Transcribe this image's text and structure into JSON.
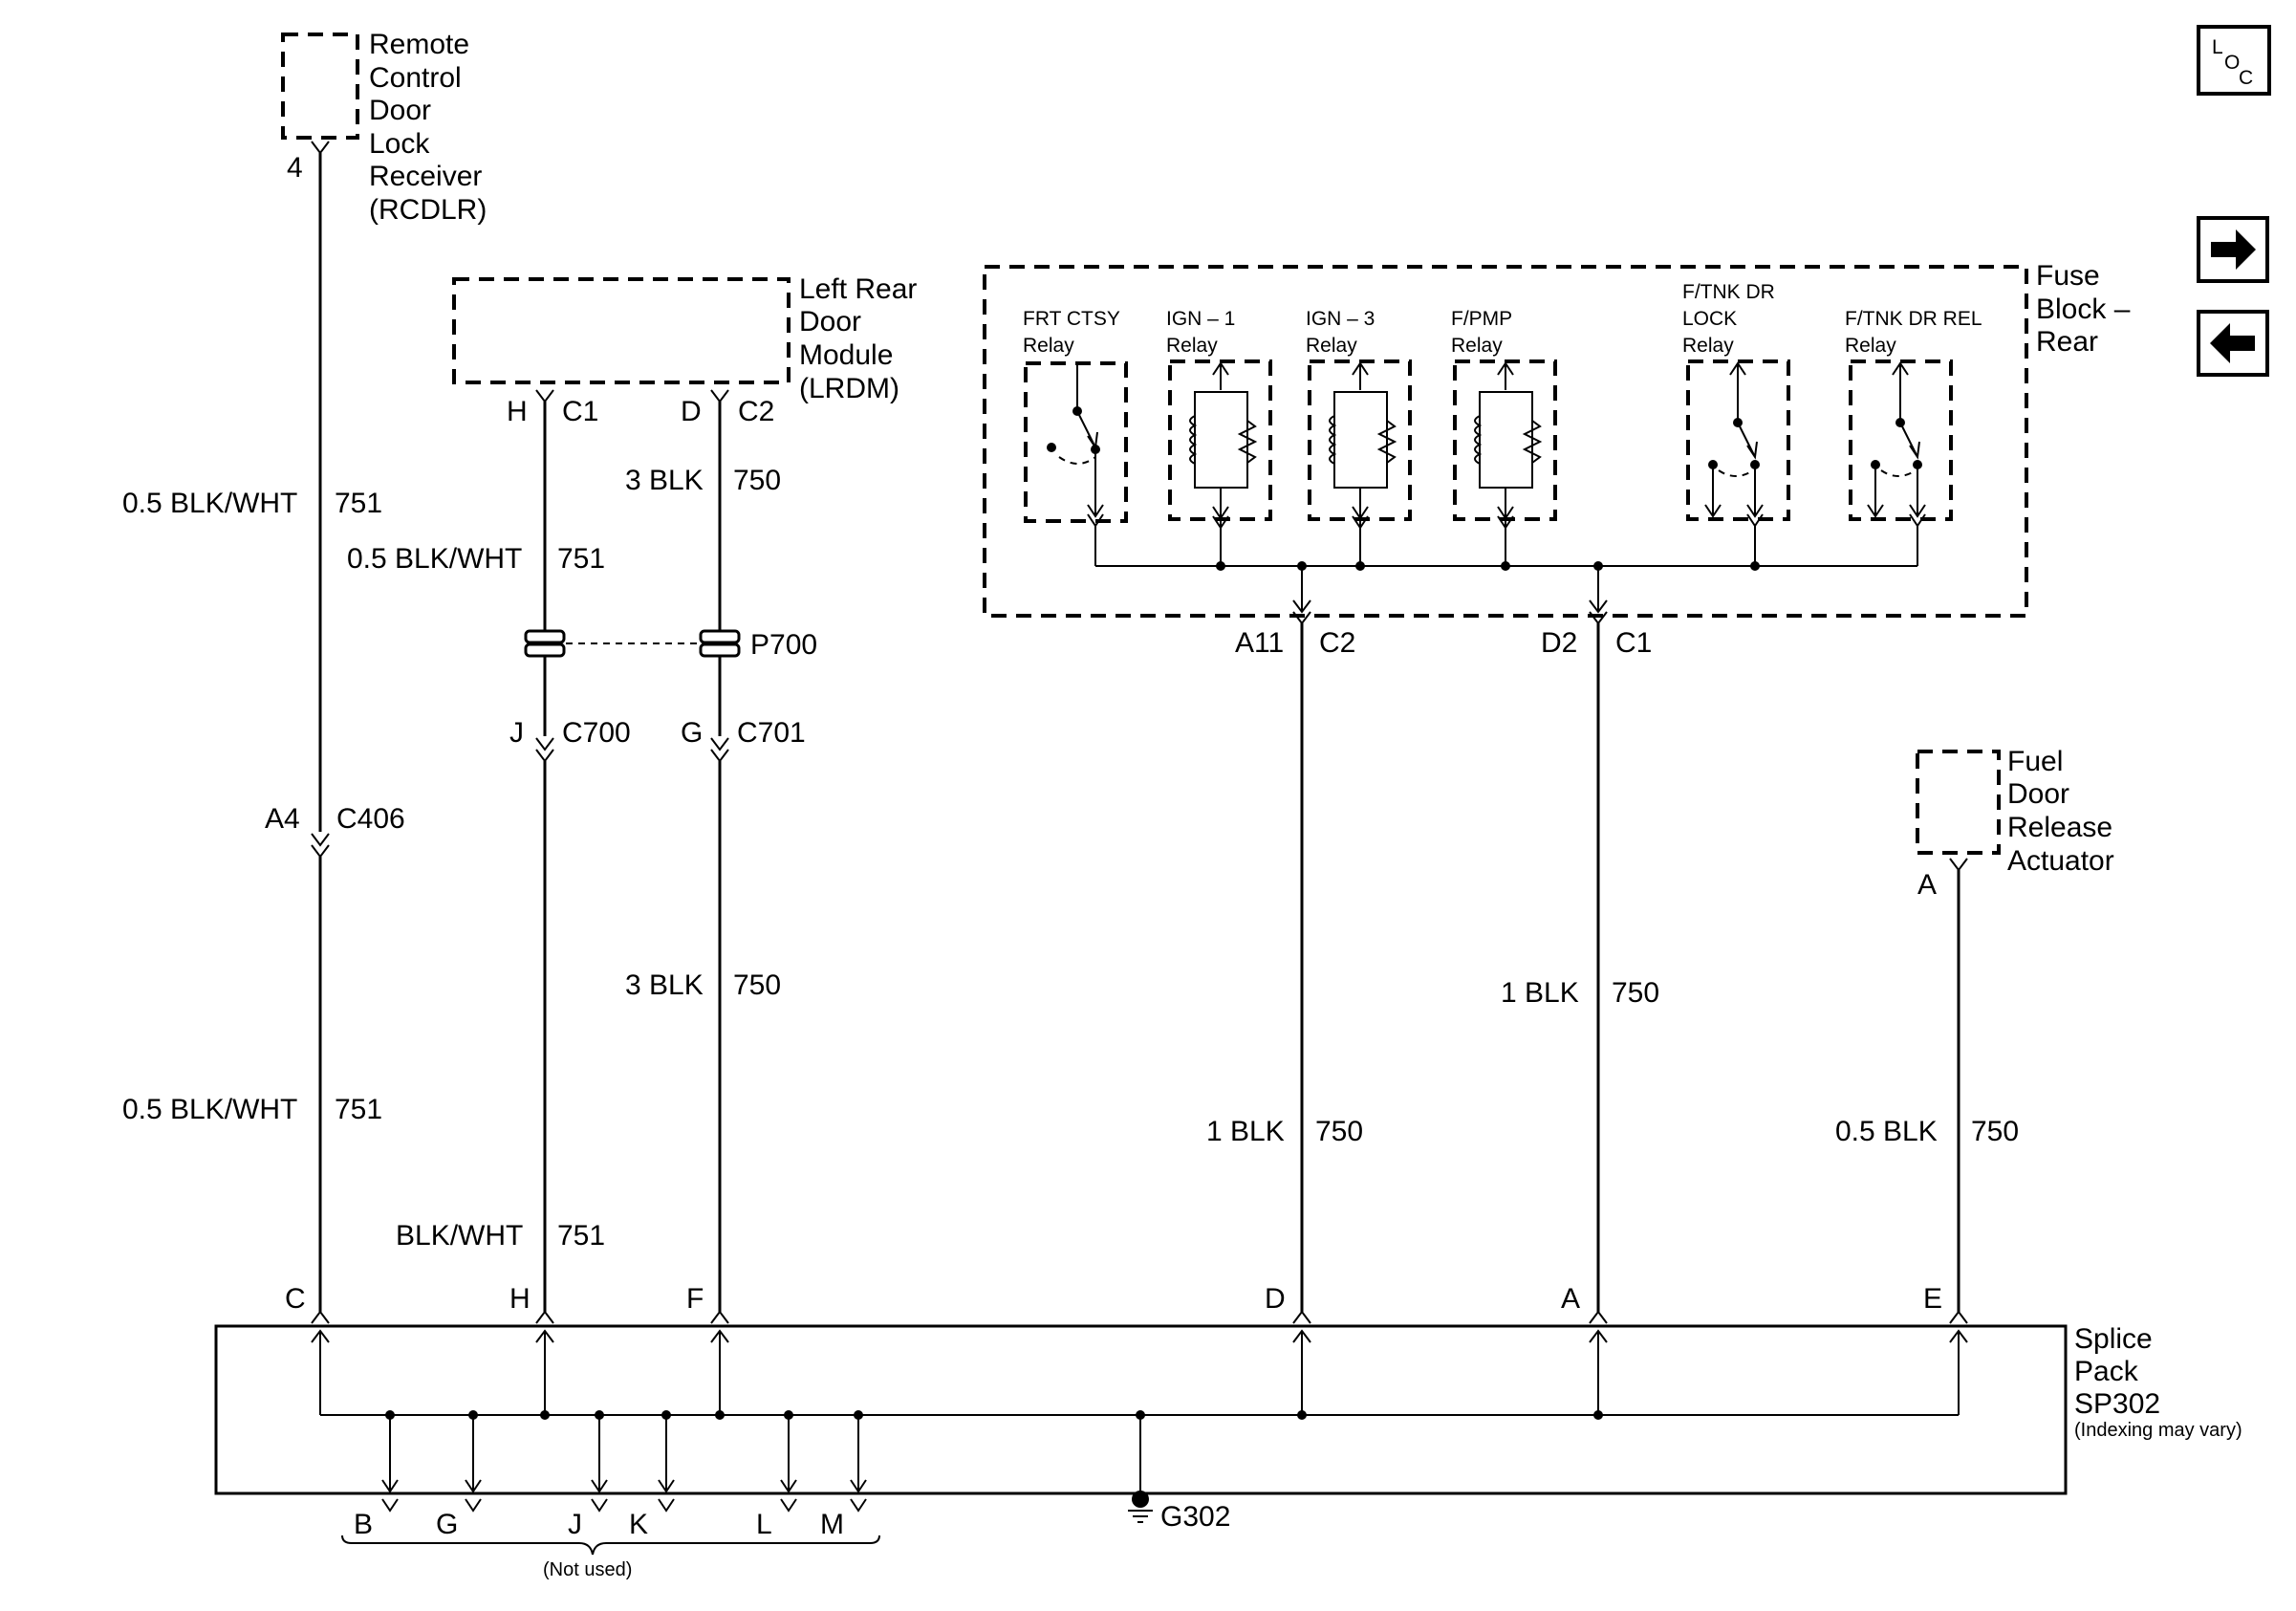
{
  "nav": {
    "loc_label_l": "L",
    "loc_label_o": "O",
    "loc_label_c": "C"
  },
  "components": {
    "rcdlr": {
      "line1": "Remote",
      "line2": "Control",
      "line3": "Door",
      "line4": "Lock",
      "line5": "Receiver",
      "line6": "(RCDLR)",
      "pin": "4"
    },
    "lrdm": {
      "line1": "Left Rear",
      "line2": "Door",
      "line3": "Module",
      "line4": "(LRDM)",
      "pin_h": "H",
      "conn_c1": "C1",
      "pin_d": "D",
      "conn_c2": "C2"
    },
    "fuse_block": {
      "line1": "Fuse",
      "line2": "Block –",
      "line3": "Rear",
      "pin_a11": "A11",
      "conn_c2": "C2",
      "pin_d2": "D2",
      "conn_c1": "C1"
    },
    "relays": [
      {
        "line1": "FRT CTSY",
        "line2": "Relay"
      },
      {
        "line1": "IGN – 1",
        "line2": "Relay"
      },
      {
        "line1": "IGN – 3",
        "line2": "Relay"
      },
      {
        "line1": "F/PMP",
        "line2": "Relay"
      },
      {
        "line1": "F/TNK DR",
        "line2": "LOCK",
        "line3": "Relay"
      },
      {
        "line1": "F/TNK DR REL",
        "line2": "Relay"
      }
    ],
    "fuel_door": {
      "line1": "Fuel",
      "line2": "Door",
      "line3": "Release",
      "line4": "Actuator",
      "pin": "A"
    },
    "splice_pack": {
      "line1": "Splice",
      "line2": "Pack",
      "line3": "SP302",
      "note": "(Indexing may vary)"
    },
    "ground": {
      "label": "G302"
    }
  },
  "wires": {
    "w1a": {
      "gauge": "0.5 BLK/WHT",
      "circuit": "751"
    },
    "w1b": {
      "gauge": "0.5 BLK/WHT",
      "circuit": "751"
    },
    "w2a": {
      "gauge": "0.5 BLK/WHT",
      "circuit": "751"
    },
    "w2b": {
      "gauge": "BLK/WHT",
      "circuit": "751"
    },
    "w3a": {
      "gauge": "3 BLK",
      "circuit": "750"
    },
    "w3b": {
      "gauge": "3 BLK",
      "circuit": "750"
    },
    "w4": {
      "gauge": "1 BLK",
      "circuit": "750"
    },
    "w5": {
      "gauge": "1 BLK",
      "circuit": "750"
    },
    "w6": {
      "gauge": "0.5 BLK",
      "circuit": "750"
    }
  },
  "connectors": {
    "c406": {
      "pin": "A4",
      "name": "C406"
    },
    "c700": {
      "pin": "J",
      "name": "C700"
    },
    "c701": {
      "pin": "G",
      "name": "C701"
    },
    "p700": {
      "name": "P700"
    }
  },
  "splice_pins_top": [
    "C",
    "H",
    "F",
    "D",
    "A",
    "E"
  ],
  "splice_pins_bottom": [
    "B",
    "G",
    "J",
    "K",
    "L",
    "M"
  ],
  "not_used": "(Not used)"
}
